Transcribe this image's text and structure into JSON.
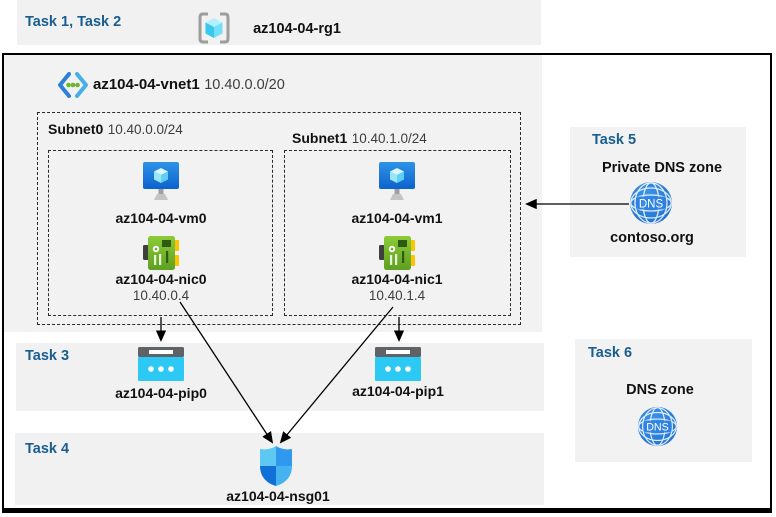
{
  "header": {
    "tasks_label": "Task 1, Task 2",
    "rg_name": "az104-04-rg1"
  },
  "vnet": {
    "name": "az104-04-vnet1",
    "cidr": "10.40.0.0/20",
    "subnets": [
      {
        "name": "Subnet0",
        "cidr": "10.40.0.0/24",
        "vm": "az104-04-vm0",
        "nic": "az104-04-nic0",
        "ip": "10.40.0.4"
      },
      {
        "name": "Subnet1",
        "cidr": "10.40.1.0/24",
        "vm": "az104-04-vm1",
        "nic": "az104-04-nic1",
        "ip": "10.40.1.4"
      }
    ]
  },
  "task3": {
    "label": "Task 3",
    "pip0": "az104-04-pip0",
    "pip1": "az104-04-pip1"
  },
  "task4": {
    "label": "Task 4",
    "nsg": "az104-04-nsg01"
  },
  "task5": {
    "label": "Task 5",
    "title": "Private DNS zone",
    "zone": "contoso.org",
    "icon_text": "DNS"
  },
  "task6": {
    "label": "Task 6",
    "title": "DNS zone",
    "icon_text": "DNS"
  },
  "colors": {
    "task_label": "#195e90",
    "band_bg": "#f1f1f2",
    "arrow": "#000000"
  }
}
